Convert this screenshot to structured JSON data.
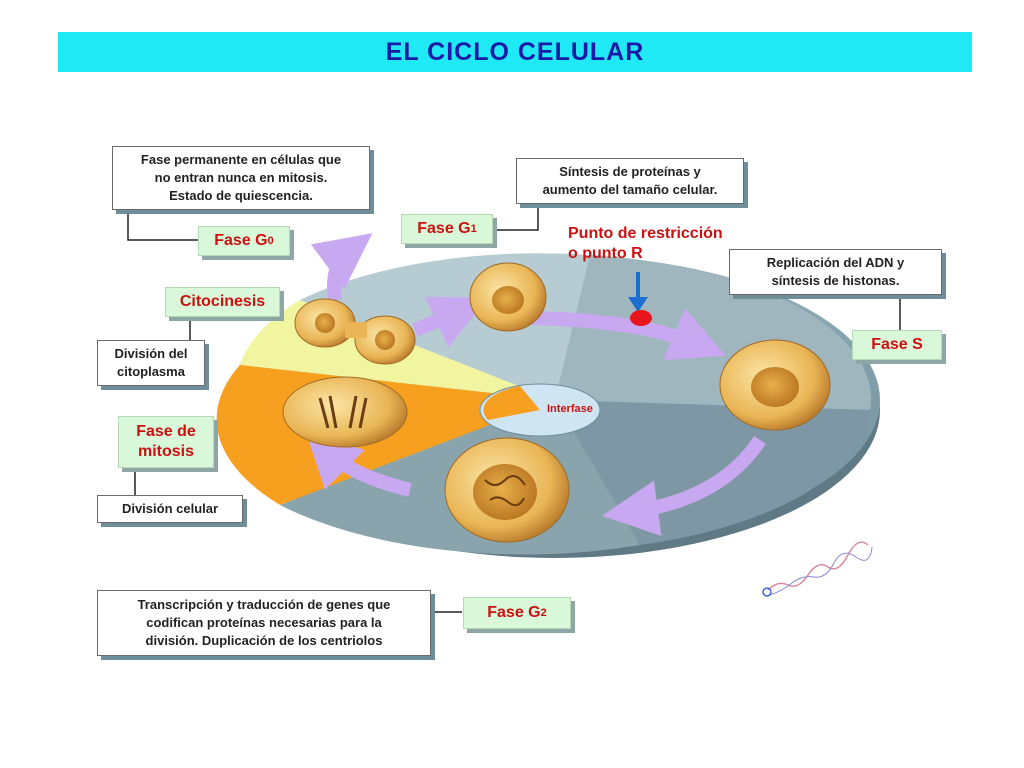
{
  "title": "EL CICLO CELULAR",
  "boxes": {
    "g0_desc": [
      "Fase permanente en células que",
      "no entran nunca en mitosis.",
      "Estado de quiescencia."
    ],
    "g1_desc": [
      "Síntesis de proteínas y",
      "aumento del tamaño celular."
    ],
    "s_desc": [
      "Replicación del ADN y",
      "síntesis de histonas."
    ],
    "cito_desc": [
      "División del",
      "citoplasma"
    ],
    "mitosis_desc": [
      "División celular"
    ],
    "g2_desc": [
      "Transcripción y traducción de genes que",
      "codifican proteínas necesarias para la",
      "división. Duplicación de los centriolos"
    ]
  },
  "phases": {
    "g0": {
      "main": "Fase G",
      "sub": "0"
    },
    "g1": {
      "main": "Fase G",
      "sub": "1"
    },
    "s": {
      "main": "Fase S"
    },
    "g2": {
      "main": "Fase G",
      "sub": "2"
    },
    "citocinesis": "Citocinesis",
    "mitosis": [
      "Fase de",
      "mitosis"
    ]
  },
  "restriction_point": [
    "Punto de restricción",
    "o punto R"
  ],
  "interfase": "Interfase",
  "colors": {
    "title_bg": "#1fe9f5",
    "title_text": "#1a1aa8",
    "phase_bg": "#d9f7d9",
    "phase_text": "#cc1111",
    "arrow": "#c8a8f0",
    "disc": "#8aa6b1",
    "mitosis_sector": "#f7a020",
    "cytokinesis_sector": "#f2f5a0",
    "restriction_dot": "#e8141c",
    "restriction_arrow": "#1a6fd0"
  }
}
